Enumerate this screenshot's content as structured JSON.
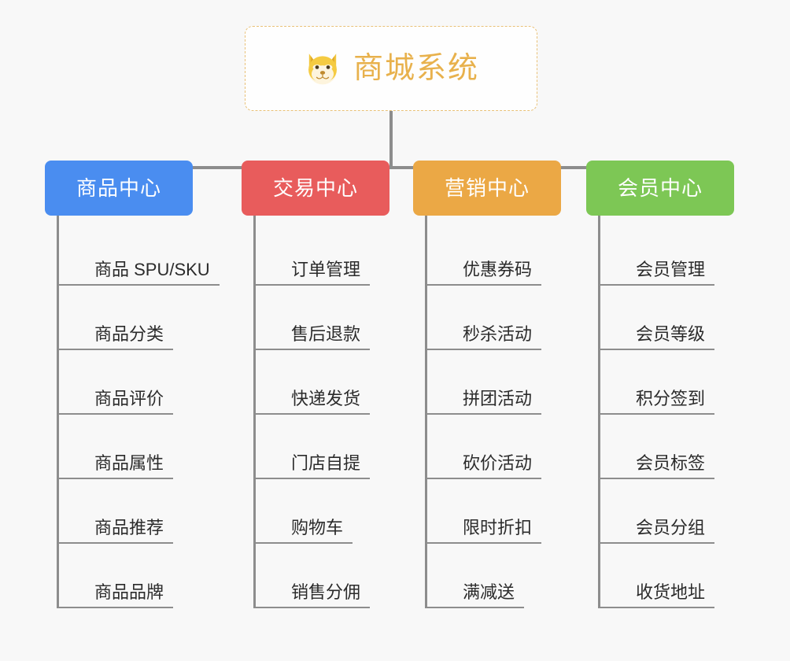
{
  "diagram": {
    "type": "org-chart",
    "background_color": "#f8f8f8",
    "connector_color": "#8d8d8d",
    "root": {
      "title": "商城系统",
      "icon": "shiba-dog-face-icon",
      "text_color": "#e8b14c",
      "border_color": "#e9c178",
      "background_color": "#fefefe"
    },
    "categories": [
      {
        "label": "商品中心",
        "color": "#4a8df0",
        "items": [
          "商品 SPU/SKU",
          "商品分类",
          "商品评价",
          "商品属性",
          "商品推荐",
          "商品品牌"
        ]
      },
      {
        "label": "交易中心",
        "color": "#e85c5c",
        "items": [
          "订单管理",
          "售后退款",
          "快递发货",
          "门店自提",
          "购物车",
          "销售分佣"
        ]
      },
      {
        "label": "营销中心",
        "color": "#eba845",
        "items": [
          "优惠券码",
          "秒杀活动",
          "拼团活动",
          "砍价活动",
          "限时折扣",
          "满减送"
        ]
      },
      {
        "label": "会员中心",
        "color": "#7dc755",
        "items": [
          "会员管理",
          "会员等级",
          "积分签到",
          "会员标签",
          "会员分组",
          "收货地址"
        ]
      }
    ]
  }
}
